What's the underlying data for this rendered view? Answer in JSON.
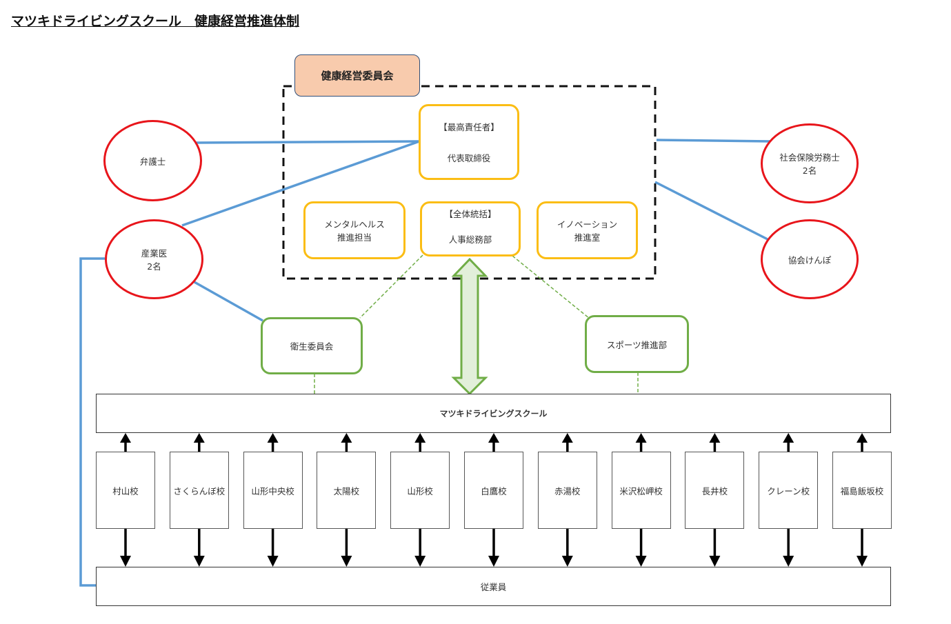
{
  "title": "マツキドライビングスクール　健康経営推進体制",
  "committee": {
    "label": "健康経営委員会",
    "top_exec": {
      "role": "【最高責任者】",
      "name": "代表取締役"
    },
    "mental_health": {
      "line1": "メンタルヘルス",
      "line2": "推進担当"
    },
    "hr": {
      "role": "【全体統括】",
      "name": "人事総務部"
    },
    "innovation": {
      "line1": "イノベーション",
      "line2": "推進室"
    }
  },
  "external": {
    "lawyer": {
      "line1": "弁護士"
    },
    "occupational_doctor": {
      "line1": "産業医",
      "line2": "2名"
    },
    "labor_consultant": {
      "line1": "社会保険労務士",
      "line2": "2名"
    },
    "kyokai_kenpo": {
      "line1": "協会けんぽ"
    }
  },
  "sub_units": {
    "health_committee": "衛生委員会",
    "sports_promotion": "スポーツ推進部"
  },
  "company": "マツキドライビングスクール",
  "schools": [
    "村山校",
    "さくらんぼ校",
    "山形中央校",
    "太陽校",
    "山形校",
    "白鷹校",
    "赤湯校",
    "米沢松岬校",
    "長井校",
    "クレーン校",
    "福島飯坂校"
  ],
  "employees": "従業員",
  "colors": {
    "external_border": "#e8151b",
    "committee_border": "#fbbd14",
    "sub_unit_border": "#70ad47",
    "connector_blue": "#5b9bd5",
    "committee_label_fill": "#f8cbad",
    "arrow_fill": "#e2efda"
  }
}
